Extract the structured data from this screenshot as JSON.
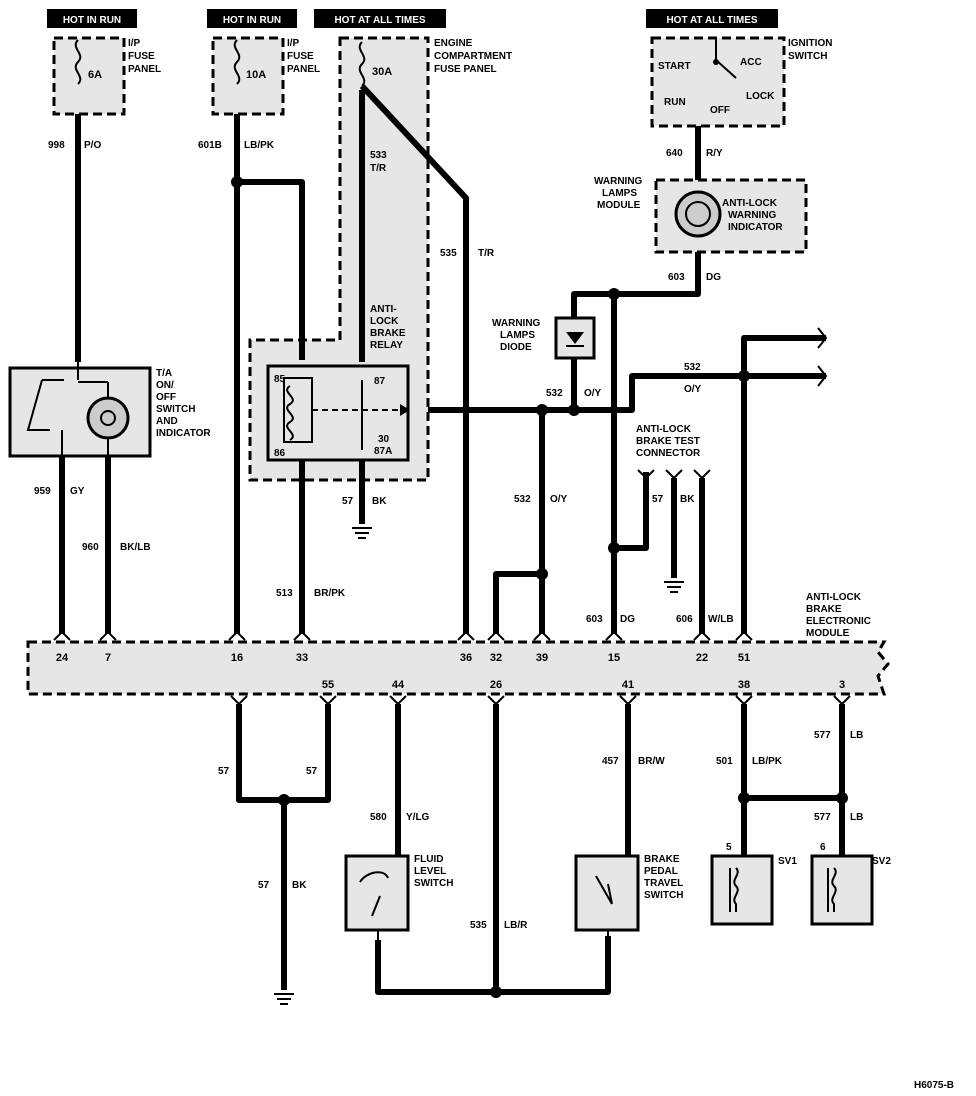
{
  "headers": {
    "h1": "HOT IN RUN",
    "h2": "HOT IN RUN",
    "h3": "HOT AT ALL TIMES",
    "h4": "HOT AT ALL TIMES"
  },
  "fuses": {
    "f1_rating": "6A",
    "f1_l1": "I/P",
    "f1_l2": "FUSE",
    "f1_l3": "PANEL",
    "f2_rating": "10A",
    "f2_l1": "I/P",
    "f2_l2": "FUSE",
    "f2_l3": "PANEL",
    "f3_rating": "30A",
    "f3_l1": "ENGINE",
    "f3_l2": "COMPARTMENT",
    "f3_l3": "FUSE PANEL"
  },
  "ignition": {
    "l1": "IGNITION",
    "l2": "SWITCH",
    "start": "START",
    "acc": "ACC",
    "run": "RUN",
    "off": "OFF",
    "lock": "LOCK"
  },
  "warning_module": {
    "l1": "WARNING",
    "l2": "LAMPS",
    "l3": "MODULE",
    "i1": "ANTI-LOCK",
    "i2": "WARNING",
    "i3": "INDICATOR"
  },
  "diode": {
    "l1": "WARNING",
    "l2": "LAMPS",
    "l3": "DIODE"
  },
  "relay": {
    "l1": "ANTI-",
    "l2": "LOCK",
    "l3": "BRAKE",
    "l4": "RELAY",
    "p85": "85",
    "p86": "86",
    "p87": "87",
    "p30": "30",
    "p87a": "87A"
  },
  "ta_switch": {
    "l1": "T/A",
    "l2": "ON/",
    "l3": "OFF",
    "l4": "SWITCH",
    "l5": "AND",
    "l6": "INDICATOR"
  },
  "test_connector": {
    "l1": "ANTI-LOCK",
    "l2": "BRAKE TEST",
    "l3": "CONNECTOR"
  },
  "module": {
    "l1": "ANTI-LOCK",
    "l2": "BRAKE",
    "l3": "ELECTRONIC",
    "l4": "MODULE"
  },
  "fluid_switch": {
    "l1": "FLUID",
    "l2": "LEVEL",
    "l3": "SWITCH"
  },
  "brake_switch": {
    "l1": "BRAKE",
    "l2": "PEDAL",
    "l3": "TRAVEL",
    "l4": "SWITCH"
  },
  "sv1": {
    "label": "SV1",
    "pin": "5"
  },
  "sv2": {
    "label": "SV2",
    "pin": "6"
  },
  "pins_top": [
    "24",
    "7",
    "16",
    "33",
    "36",
    "32",
    "39",
    "15",
    "22",
    "51"
  ],
  "pins_bottom": [
    "55",
    "44",
    "26",
    "41",
    "38",
    "3"
  ],
  "wires": {
    "w1": "998",
    "w1c": "P/O",
    "w2": "601B",
    "w2c": "LB/PK",
    "w3": "533",
    "w3c": "T/R",
    "w4": "535",
    "w4c": "T/R",
    "w5": "640",
    "w5c": "R/Y",
    "w6": "603",
    "w6c": "DG",
    "w7": "532",
    "w7c": "O/Y",
    "w8": "532",
    "w8c": "O/Y",
    "w9": "532",
    "w9c": "O/Y",
    "w10": "57",
    "w10c": "BK",
    "w11": "57",
    "w11c": "BK",
    "w12": "959",
    "w12c": "GY",
    "w13": "960",
    "w13c": "BK/LB",
    "w14": "513",
    "w14c": "BR/PK",
    "w15": "603",
    "w15c": "DG",
    "w16": "606",
    "w16c": "W/LB",
    "w17": "57",
    "w18": "57",
    "w19": "57",
    "w19c": "BK",
    "w20": "580",
    "w20c": "Y/LG",
    "w21": "457",
    "w21c": "BR/W",
    "w22": "501",
    "w22c": "LB/PK",
    "w23": "577",
    "w23c": "LB",
    "w24": "577",
    "w24c": "LB",
    "w25": "535",
    "w25c": "LB/R"
  },
  "figure_id": "H6075-B"
}
